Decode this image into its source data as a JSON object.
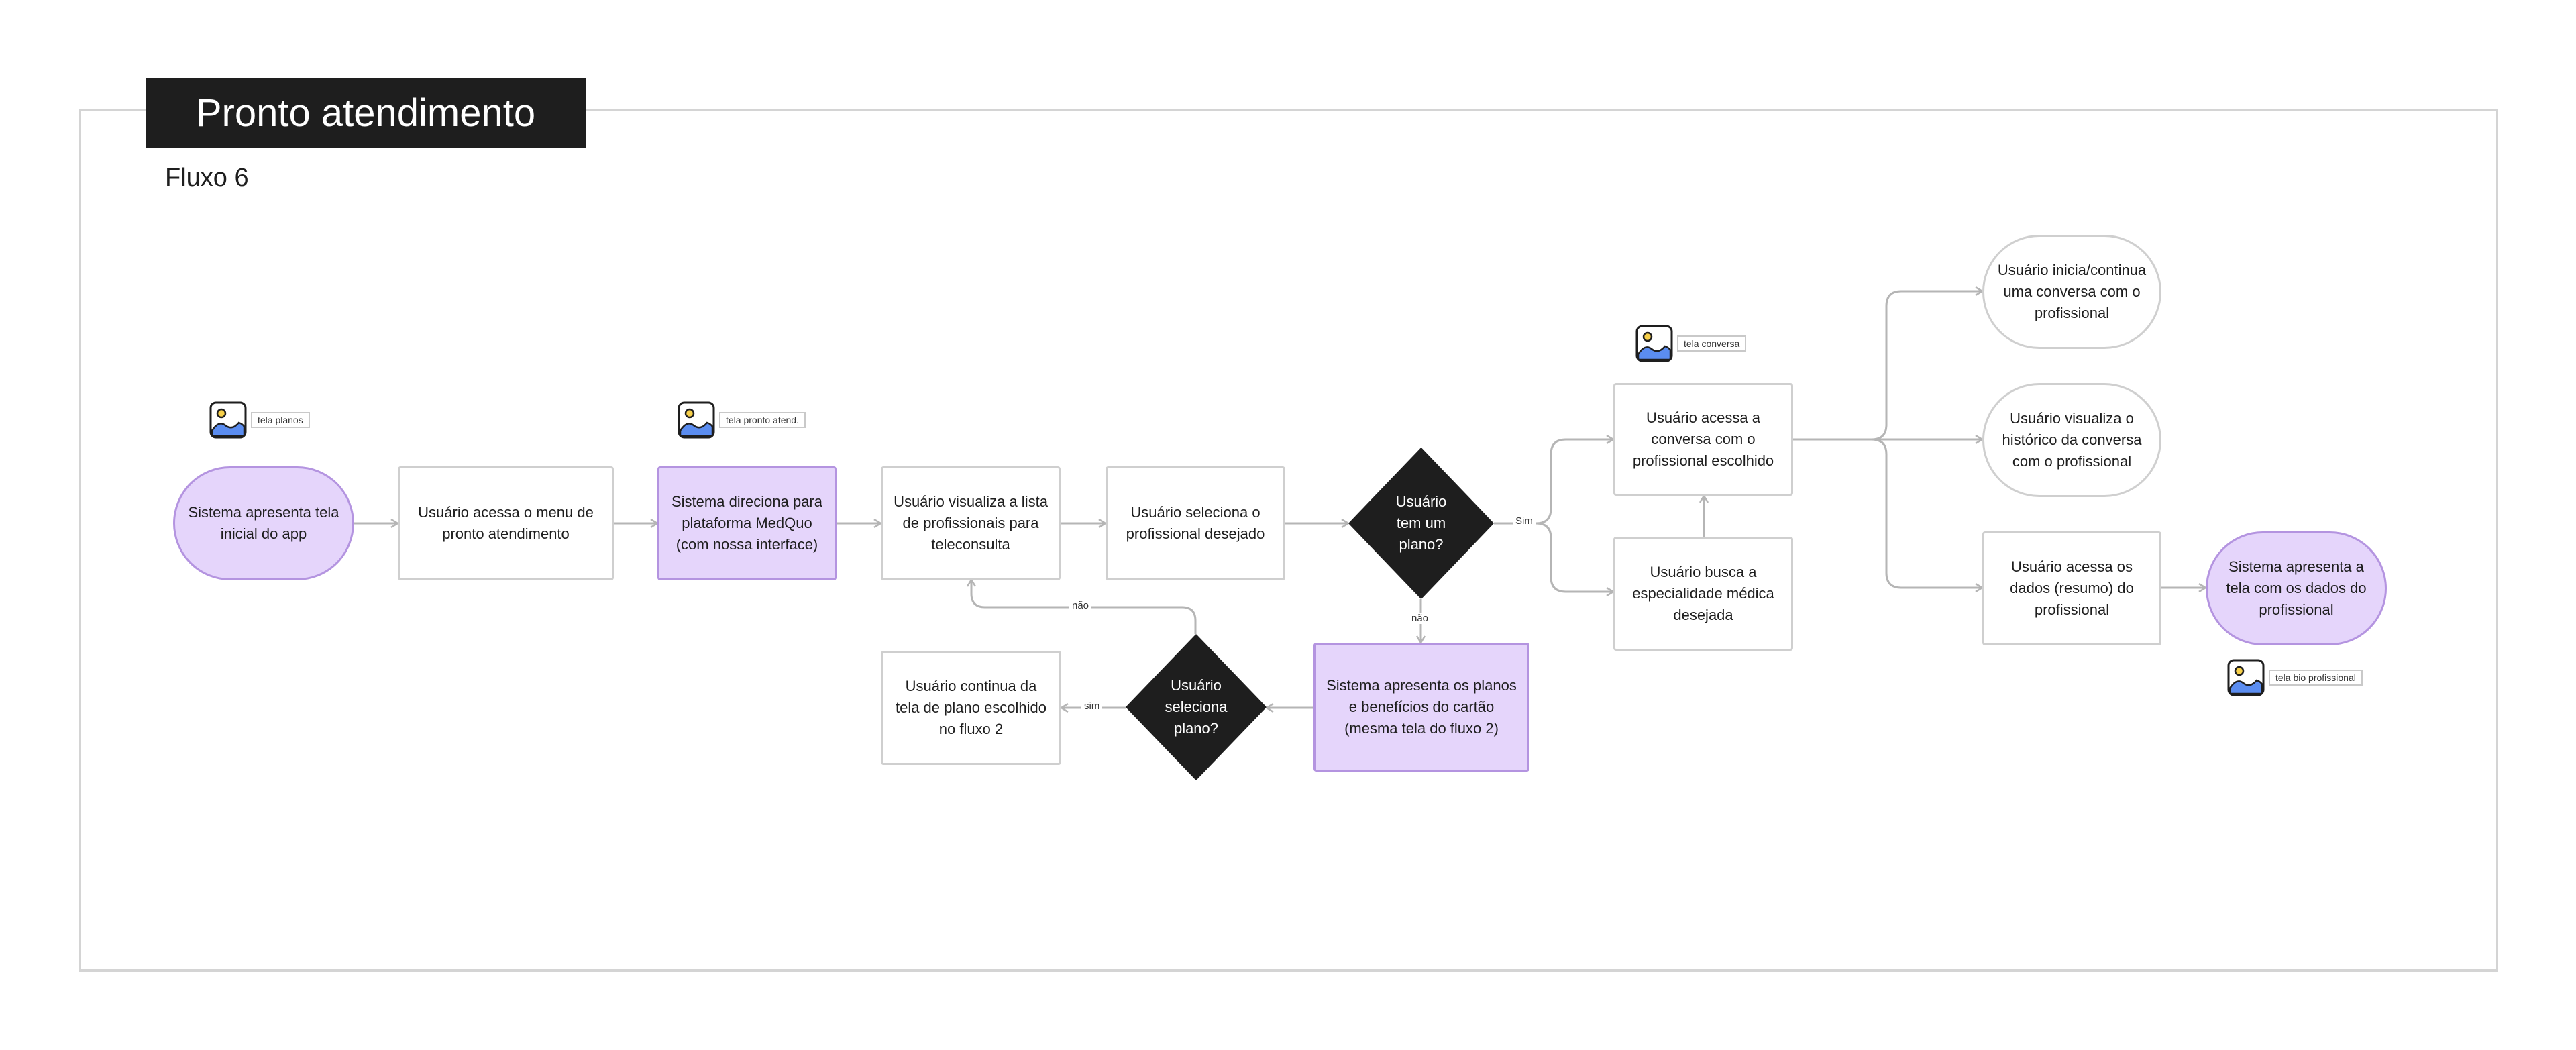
{
  "title": "Pronto atendimento",
  "subtitle": "Fluxo 6",
  "colors": {
    "title_bg": "#1e1e1e",
    "purple_fill": "#e5d5fb",
    "purple_border": "#b494e0",
    "node_border": "#cfcfcf",
    "decision_fill": "#1e1e1e",
    "edge": "#b5b5b5"
  },
  "image_tags": {
    "t1": {
      "icon": "image-icon",
      "label": "tela planos"
    },
    "t2": {
      "icon": "image-icon",
      "label": "tela pronto atend."
    },
    "t3": {
      "icon": "image-icon",
      "label": "tela conversa"
    },
    "t4": {
      "icon": "image-icon",
      "label": "tela bio profissional"
    }
  },
  "nodes": {
    "n1": "Sistema apresenta tela inicial do app",
    "n2": "Usuário acessa o menu de pronto atendimento",
    "n3": "Sistema direciona para plataforma MedQuo (com nossa interface)",
    "n4": "Usuário visualiza a lista de profissionais para teleconsulta",
    "n5": "Usuário seleciona o profissional desejado",
    "d1": "Usuário tem um plano?",
    "n6": "Sistema apresenta os planos e benefícios do cartão (mesma tela do fluxo 2)",
    "d2": "Usuário seleciona plano?",
    "n7": "Usuário continua da tela de plano escolhido no fluxo 2",
    "n8": "Usuário acessa a conversa com o profissional escolhido",
    "n9": "Usuário busca a especialidade médica desejada",
    "n10": "Usuário inicia/continua uma conversa com o profissional",
    "n11": "Usuário visualiza o histórico da conversa com o profissional",
    "n12": "Usuário acessa os dados (resumo) do profissional",
    "n13": "Sistema apresenta a tela com os dados do profissional"
  },
  "edge_labels": {
    "sim_upper": "Sim",
    "nao_down": "não",
    "sim_left": "sim",
    "nao_back": "não"
  }
}
